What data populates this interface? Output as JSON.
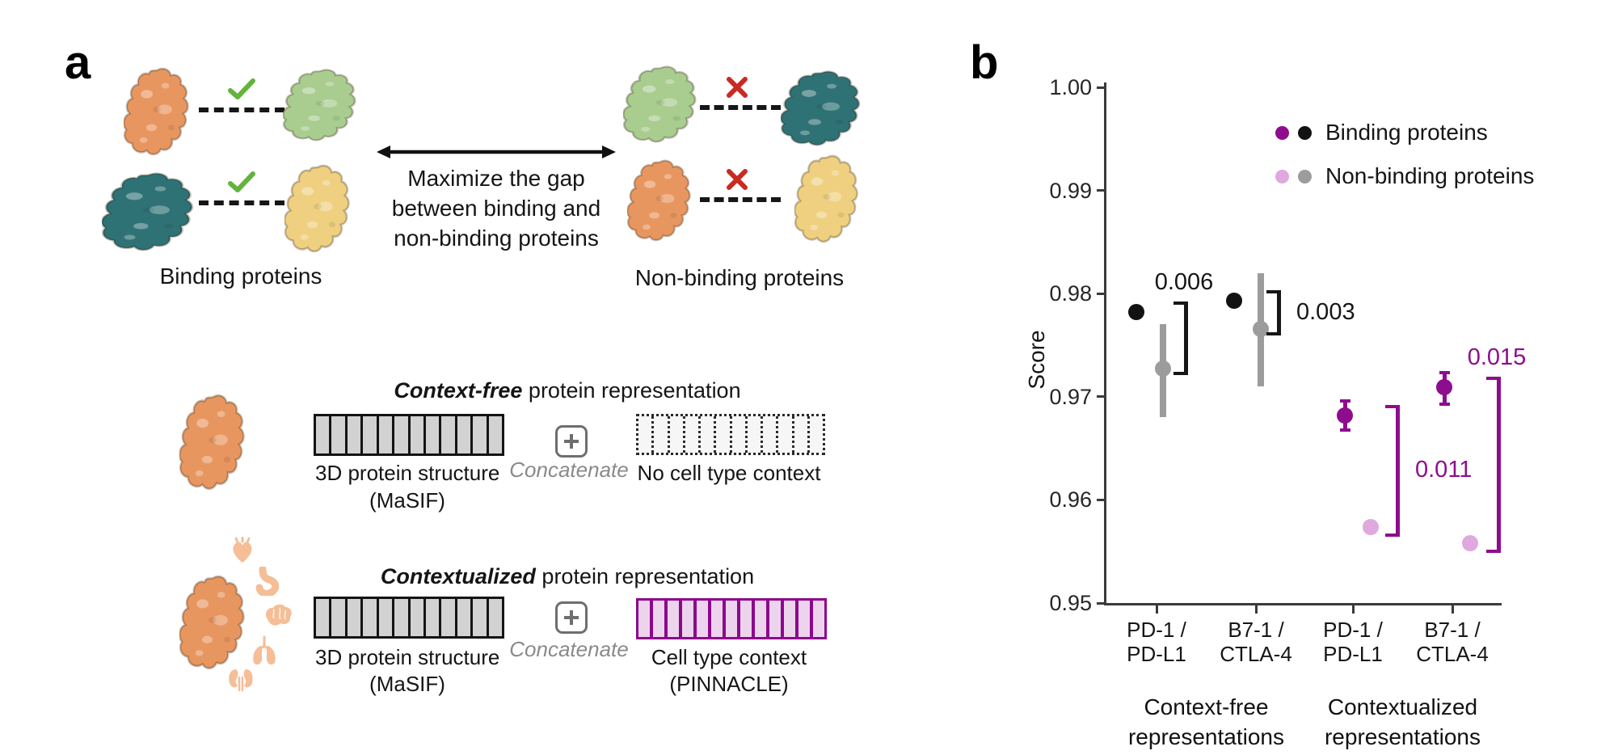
{
  "panel_a": {
    "label": "a",
    "binding_group_label": "Binding proteins",
    "nonbinding_group_label": "Non-binding proteins",
    "gap_text_line1": "Maximize the gap",
    "gap_text_line2": "between binding and",
    "gap_text_line3": "non-binding proteins",
    "check_color": "#63B33C",
    "cross_color": "#C92A21",
    "protein_colors": {
      "orange": "#E8965F",
      "green": "#A9CC8F",
      "teal": "#2F7276",
      "yellow": "#EFD080"
    },
    "organ_color": "#F5BE97",
    "context_free": {
      "title_emphasis": "Context-free",
      "title_rest": " protein representation",
      "vector1_label_line1": "3D protein structure",
      "vector1_label_line2": "(MaSIF)",
      "concatenate_label": "Concatenate",
      "vector2_label_line1": "No cell type context"
    },
    "contextualized": {
      "title_emphasis": "Contextualized",
      "title_rest": " protein representation",
      "vector1_label_line1": "3D protein structure",
      "vector1_label_line2": "(MaSIF)",
      "concatenate_label": "Concatenate",
      "vector2_label_line1": "Cell type context",
      "vector2_label_line2": "(PINNACLE)"
    }
  },
  "panel_b": {
    "label": "b"
  },
  "chart_data": {
    "type": "scatter",
    "title": "",
    "xlabel": "",
    "ylabel": "Score",
    "ylim": [
      0.95,
      1.0
    ],
    "yticks": [
      1.0,
      0.99,
      0.98,
      0.97,
      0.96,
      0.95
    ],
    "grid": false,
    "legend_position": "upper right",
    "categories": [
      [
        "PD-1 /",
        "PD-L1"
      ],
      [
        "B7-1 /",
        "CTLA-4"
      ],
      [
        "PD-1 /",
        "PD-L1"
      ],
      [
        "B7-1 /",
        "CTLA-4"
      ]
    ],
    "group_labels": [
      [
        "Context-free",
        "representations"
      ],
      [
        "Contextualized",
        "representations"
      ]
    ],
    "legend": [
      {
        "label": "Binding proteins",
        "dot_colors": [
          "#8E0C8E",
          "#121212"
        ]
      },
      {
        "label": "Non-binding proteins",
        "dot_colors": [
          "#DFA8DF",
          "#9C9C9C"
        ]
      }
    ],
    "series": [
      {
        "name": "Binding proteins",
        "points": [
          {
            "category": 0,
            "value": 0.9782,
            "color": "#121212",
            "dx": -25
          },
          {
            "category": 1,
            "value": 0.9793,
            "color": "#121212",
            "dx": -27
          },
          {
            "category": 2,
            "value": 0.9682,
            "err_lo": 0.9668,
            "err_hi": 0.9696,
            "caps": true,
            "color": "#8E0C8E",
            "dx": -10
          },
          {
            "category": 3,
            "value": 0.9709,
            "err_lo": 0.9693,
            "err_hi": 0.9723,
            "caps": true,
            "color": "#8E0C8E",
            "dx": -10
          }
        ]
      },
      {
        "name": "Non-binding proteins",
        "points": [
          {
            "category": 0,
            "value": 0.9727,
            "err_lo": 0.968,
            "err_hi": 0.977,
            "color": "#9C9C9C",
            "dx": 8
          },
          {
            "category": 1,
            "value": 0.9766,
            "err_lo": 0.971,
            "err_hi": 0.982,
            "color": "#9C9C9C",
            "dx": 6
          },
          {
            "category": 2,
            "value": 0.9574,
            "color": "#DFA8DF",
            "dx": 22
          },
          {
            "category": 3,
            "value": 0.9558,
            "color": "#DFA8DF",
            "dx": 22
          }
        ]
      }
    ],
    "gap_annotations": [
      {
        "label": "0.006",
        "color": "#161616",
        "category": 0,
        "placement": "above"
      },
      {
        "label": "0.003",
        "color": "#161616",
        "category": 1,
        "placement": "right"
      },
      {
        "label": "0.011",
        "color": "#8E0C8E",
        "category": 2,
        "placement": "right"
      },
      {
        "label": "0.015",
        "color": "#8E0C8E",
        "category": 3,
        "placement": "above"
      }
    ]
  }
}
